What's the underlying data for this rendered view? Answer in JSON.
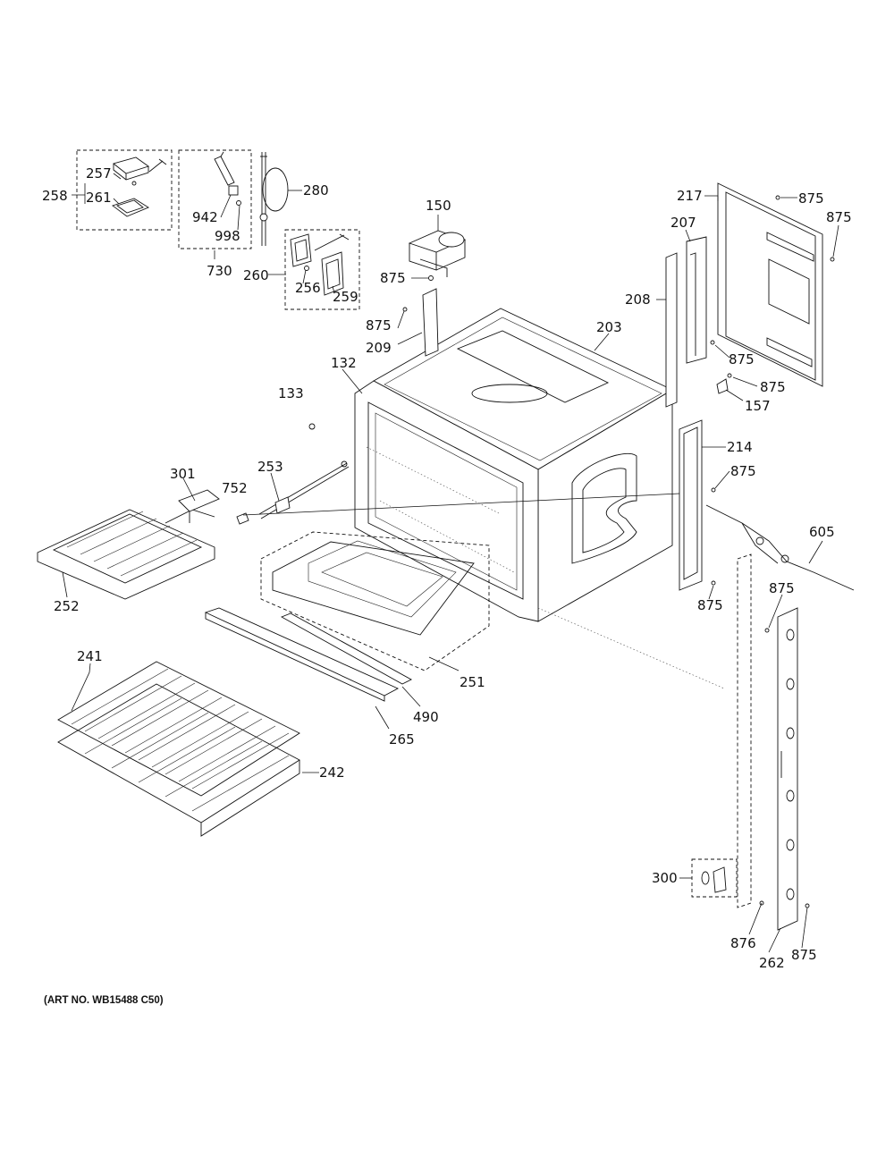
{
  "art_number": "(ART NO. WB15488 C50)",
  "labels": {
    "l258": "258",
    "l257": "257",
    "l261": "261",
    "l942": "942",
    "l998": "998",
    "l730": "730",
    "l280": "280",
    "l260": "260",
    "l256": "256",
    "l259": "259",
    "l150": "150",
    "l875a": "875",
    "l875b": "875",
    "l209": "209",
    "l132": "132",
    "l133": "133",
    "l203": "203",
    "l217": "217",
    "l875c": "875",
    "l875d": "875",
    "l207": "207",
    "l208": "208",
    "l875e": "875",
    "l875f": "875",
    "l157": "157",
    "l214": "214",
    "l875g": "875",
    "l301": "301",
    "l752": "752",
    "l253": "253",
    "l605": "605",
    "l875h": "875",
    "l875i": "875",
    "l252": "252",
    "l241": "241",
    "l251": "251",
    "l490": "490",
    "l265": "265",
    "l242": "242",
    "l300": "300",
    "l876": "876",
    "l262": "262",
    "l875j": "875"
  }
}
